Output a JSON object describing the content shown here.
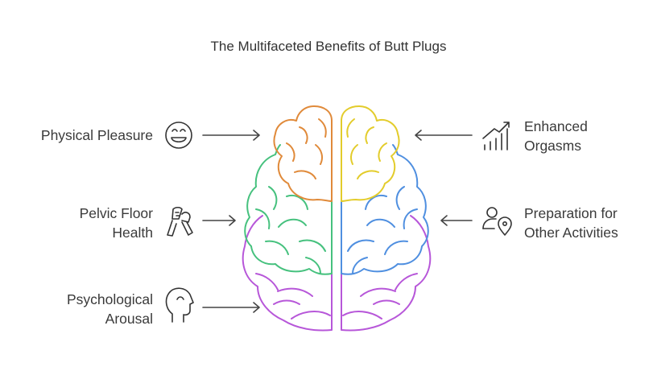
{
  "title": "The Multifaceted Benefits of Butt Plugs",
  "left_items": [
    {
      "label": "Physical Pleasure",
      "icon": "smiling-face-icon"
    },
    {
      "label": "Pelvic Floor\nHealth",
      "icon": "hand-grip-icon"
    },
    {
      "label": "Psychological\nArousal",
      "icon": "head-profile-icon"
    }
  ],
  "right_items": [
    {
      "label": "Enhanced\nOrgasms",
      "icon": "rising-chart-icon"
    },
    {
      "label": "Preparation for\nOther Activities",
      "icon": "person-location-icon"
    }
  ],
  "colors": {
    "orange": "#e08a3a",
    "yellow": "#e3cc2b",
    "green": "#46c17e",
    "blue": "#4f8fe0",
    "purple": "#b757d9",
    "text": "#333333",
    "arrow": "#444444"
  }
}
